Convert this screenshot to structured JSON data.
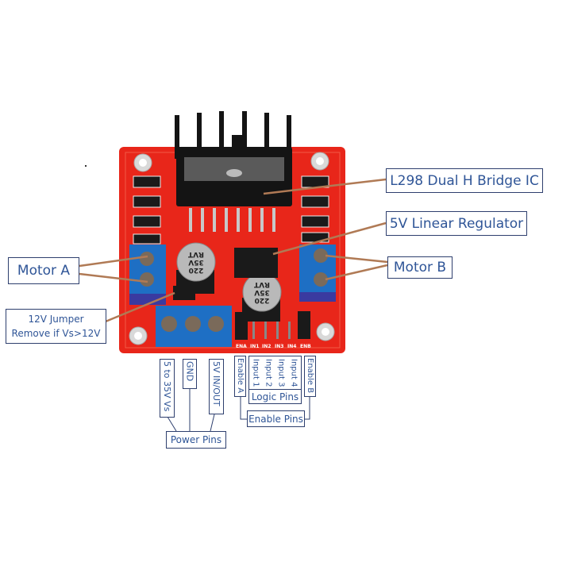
{
  "title": "L298N Motor Driver Module Pinout",
  "colors": {
    "board": "#e8261a",
    "terminal": "#1e6fc4",
    "heatsink": "#141414",
    "label_border": "#2e3f6e",
    "label_text": "#2f5597",
    "leader": "#b07a55"
  },
  "labels": {
    "ic": "L298 Dual H Bridge IC",
    "regulator": "5V Linear Regulator",
    "motor_a": "Motor A",
    "motor_b": "Motor B",
    "jumper_line1": "12V Jumper",
    "jumper_line2": "Remove if Vs>12V"
  },
  "power_pins": {
    "group": "Power Pins",
    "pins": [
      "5 to 35V Vs",
      "GND",
      "5V IN/OUT"
    ]
  },
  "logic_pins": {
    "group": "Logic Pins",
    "pins": [
      "Input 1",
      "Input 2",
      "Input 3",
      "Input 4"
    ]
  },
  "enable_pins": {
    "group": "Enable Pins",
    "pins": [
      "Enable A",
      "Enable B"
    ]
  },
  "board": {
    "silkscreen": [
      "ENA",
      "IN1",
      "IN2",
      "IN3",
      "IN4",
      "ENB"
    ],
    "capacitor_text": [
      "220",
      "35V",
      "RVT"
    ]
  }
}
